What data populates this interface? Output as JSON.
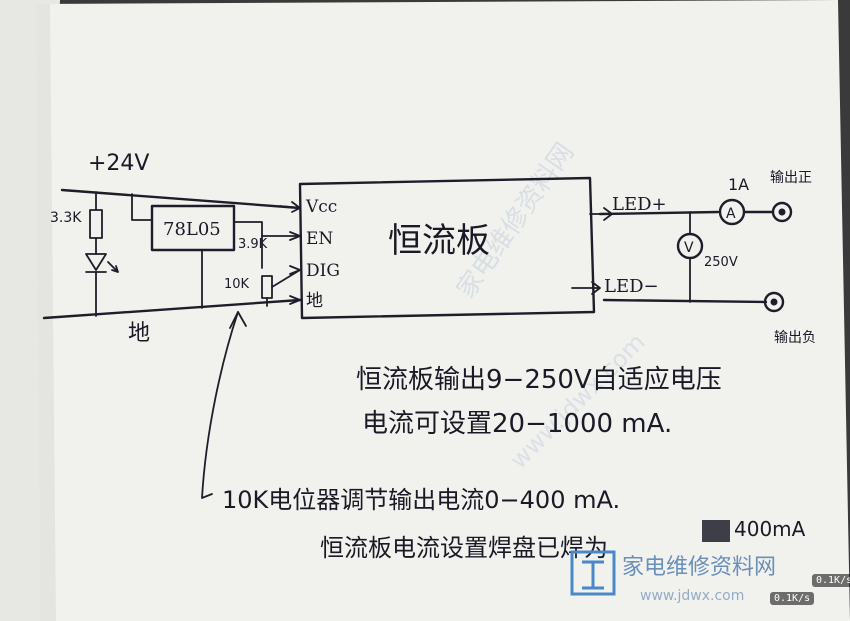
{
  "schematic": {
    "supply_voltage": "+24V",
    "resistor_series": "3.3K",
    "regulator": "78L05",
    "resistor_pullup": "3.9K",
    "potentiometer": "10K",
    "ground_label": "地",
    "board_name": "恒流板",
    "pins": [
      "Vcc",
      "EN",
      "DIG",
      "地"
    ],
    "output_pos": "LED+",
    "output_neg": "LED−",
    "ammeter_value": "1A",
    "ammeter_symbol": "A",
    "voltmeter_symbol": "V",
    "voltmeter_value": "250V",
    "terminal_pos": "输出正",
    "terminal_neg": "输出负"
  },
  "notes": {
    "line1": "恒流板输出9−250V自适应电压",
    "line2": "电流可设置20−1000 mA.",
    "line3": "10K电位器调节输出电流0−400 mA.",
    "line4": "恒流板电流设置焊盘已焊为",
    "line4_value": "400mA"
  },
  "watermark": {
    "site_name": "家电维修资料网",
    "site_url": "www.jdwx.com"
  },
  "overlay": {
    "speed_top": "0.1K/s",
    "speed_bottom": "0.1K/s"
  },
  "colors": {
    "paper": "#f1f1ee",
    "ink": "#1e1e2a",
    "watermark": "#6a8fb8"
  }
}
